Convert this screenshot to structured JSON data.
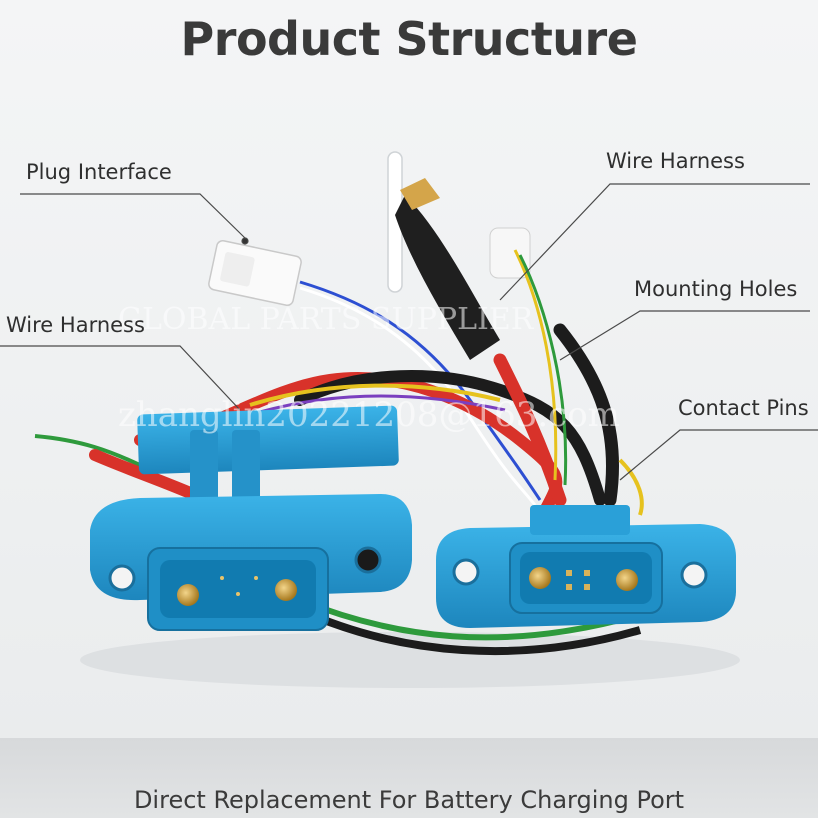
{
  "title": "Product Structure",
  "labels": {
    "plug_interface": "Plug Interface",
    "wire_harness_top": "Wire Harness",
    "mounting_holes": "Mounting Holes",
    "wire_harness_left": "Wire Harness",
    "contact_pins": "Contact Pins"
  },
  "watermark": {
    "line1": "GLOBAL PARTS SUPPLIER",
    "line2": "zhanglin20221208@163.com"
  },
  "footer": "Direct Replacement For Battery Charging Port",
  "colors": {
    "connector_blue": "#2a9fd6",
    "wire_red": "#d8322a",
    "wire_green": "#2e9a3c",
    "wire_yellow": "#e6c21e",
    "wire_black": "#1c1c1c"
  }
}
